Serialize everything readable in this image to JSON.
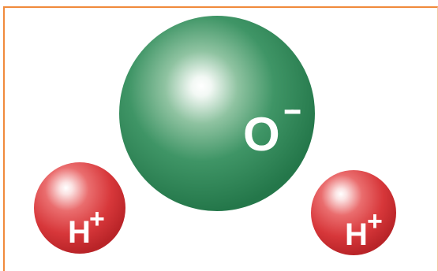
{
  "colors": {
    "oxygen": "#2f8a58",
    "hydrogen": "#d9383b",
    "frame": "#f08a3c",
    "label": "#ffffff"
  },
  "molecule": {
    "oxygen": {
      "symbol": "O",
      "charge": "--"
    },
    "hydrogen_left": {
      "symbol": "H",
      "charge": "+"
    },
    "hydrogen_right": {
      "symbol": "H",
      "charge": "+"
    }
  }
}
